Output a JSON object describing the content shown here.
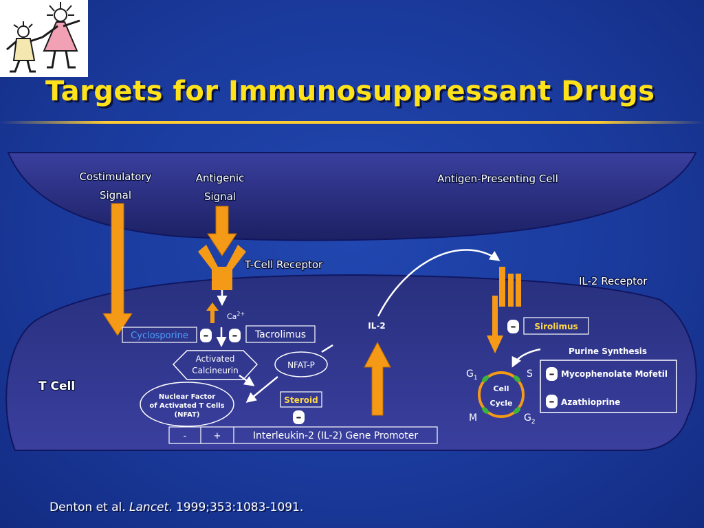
{
  "slide": {
    "title": "Targets for Immunosuppressant Drugs",
    "citation": {
      "authors": "Denton et al. ",
      "journal": "Lancet",
      "ref": ". 1999;353:1083-1091."
    }
  },
  "colors": {
    "title": "#ffe21a",
    "arrow": "#f59a16",
    "cell_green": "#3cb43c",
    "cyclosporine": "#4ea0ff",
    "drug_label": "#ffd84a"
  },
  "apc": {
    "label": "Antigen-Presenting Cell"
  },
  "signals": {
    "costimulatory": [
      "Costimulatory",
      "Signal"
    ],
    "antigenic": [
      "Antigenic",
      "Signal"
    ]
  },
  "receptors": {
    "tcr": "T-Cell Receptor",
    "il2r": "IL-2 Receptor"
  },
  "tcell": {
    "label": "T Cell",
    "calcium": "Ca",
    "calcium_sup": "2+",
    "cyclosporine": "Cyclosporine",
    "tacrolimus": "Tacrolimus",
    "calcineurin": [
      "Activated",
      "Calcineurin"
    ],
    "nfatp": "NFAT-P",
    "nfat": [
      "Nuclear Factor",
      "of Activated T Cells",
      "(NFAT)"
    ],
    "steroid": "Steroid",
    "il2": "IL-2",
    "promoter": {
      "minus": "-",
      "plus": "+",
      "label": "Interleukin-2 (IL-2) Gene Promoter"
    },
    "sirolimus": "Sirolimus",
    "purine": {
      "title": "Purine Synthesis",
      "drugs": [
        "Mycophenolate Mofetil",
        "Azathioprine"
      ]
    },
    "cycle": {
      "label": [
        "Cell",
        "Cycle"
      ],
      "g1": "G",
      "g1_sub": "1",
      "s": "S",
      "m": "M",
      "g2": "G",
      "g2_sub": "2"
    },
    "inhibit": "–"
  }
}
